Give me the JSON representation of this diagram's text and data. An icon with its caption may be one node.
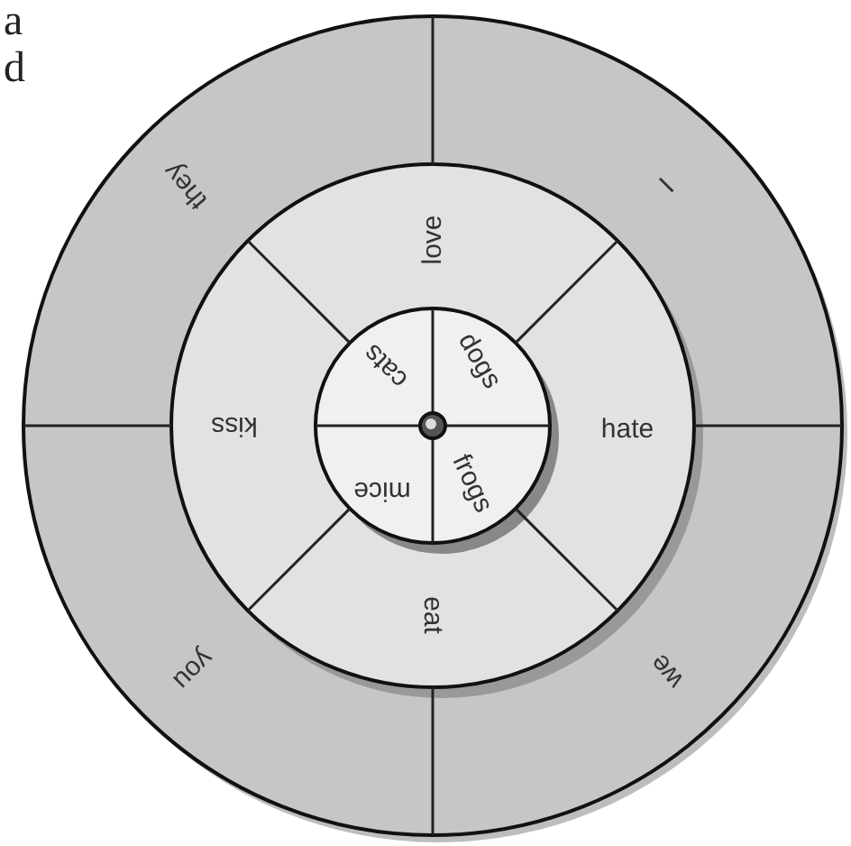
{
  "diagram": {
    "nodes": [
      {
        "text": [
          "they"
        ]
      },
      {
        "text": [
          "I"
        ]
      },
      {
        "text": [
          "we"
        ]
      },
      {
        "text": [
          "you"
        ]
      },
      {
        "text": [
          "love"
        ]
      },
      {
        "text": [
          "hate"
        ]
      },
      {
        "text": [
          "eat"
        ]
      },
      {
        "text": [
          "kiss"
        ]
      },
      {
        "text": [
          "cats"
        ]
      },
      {
        "text": [
          "dogs"
        ]
      },
      {
        "text": [
          "frogs"
        ]
      },
      {
        "text": [
          "mice"
        ]
      }
    ],
    "labels": [
      "a",
      "d"
    ]
  }
}
